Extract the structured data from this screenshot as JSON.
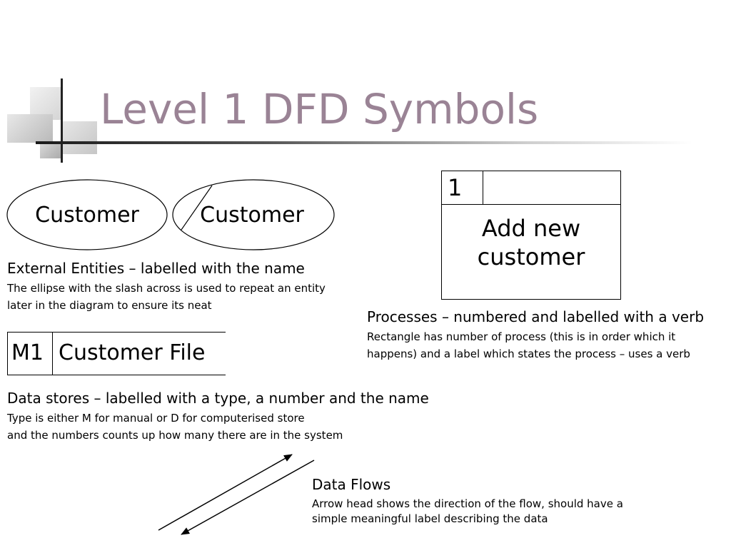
{
  "title": "Level 1 DFD Symbols",
  "entities": {
    "ellipse_label": "Customer",
    "ellipse_slash_label": "Customer",
    "heading": "External Entities – labelled with the name",
    "desc_line1": "The ellipse with the slash across is used to repeat an entity",
    "desc_line2": "later in the diagram to ensure its neat"
  },
  "process": {
    "number": "1",
    "label_line1": "Add new",
    "label_line2": "customer",
    "heading": "Processes – numbered and labelled with a verb",
    "desc_line1": "Rectangle has number of process (this is in order which it",
    "desc_line2": "happens) and a label which states the process – uses a verb"
  },
  "datastore": {
    "id": "M1",
    "name": "Customer File",
    "heading": "Data stores – labelled with a type, a number and the name",
    "desc_line1": "Type is either M for manual or D for computerised store",
    "desc_line2": "and the numbers counts up how many there are in the system"
  },
  "dataflow": {
    "heading": "Data Flows",
    "desc_line1": "Arrow head shows the direction of the flow, should have a",
    "desc_line2": "simple meaningful label describing the data"
  },
  "colors": {
    "title": "#9a8395",
    "ink": "#000000"
  }
}
